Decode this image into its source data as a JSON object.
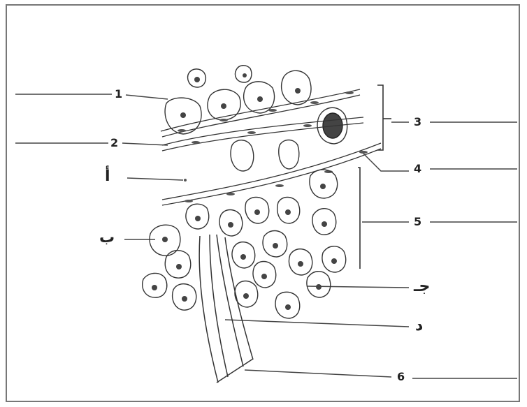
{
  "labels": {
    "n1": "1",
    "n2": "2",
    "n3": "3",
    "n4": "4",
    "n5": "5",
    "n6": "6",
    "alef": "أ",
    "baa": "ب",
    "jeem": "جـ",
    "dal": "د"
  }
}
